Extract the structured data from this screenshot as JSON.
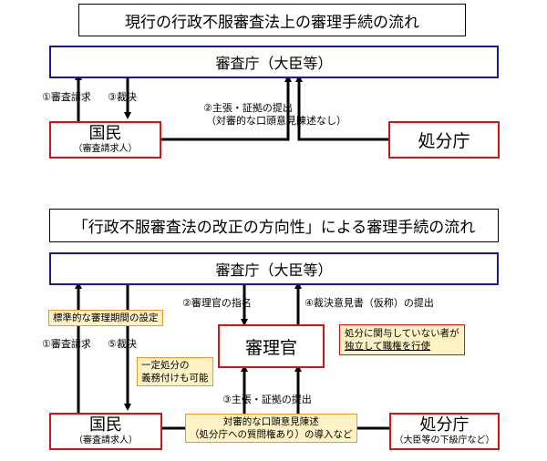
{
  "section1": {
    "title": "現行の行政不服審査法上の審理手続の流れ",
    "agency": "審査庁（大臣等）",
    "citizen": {
      "name": "国民",
      "sub": "（審査請求人）"
    },
    "disposer": {
      "name": "処分庁"
    },
    "label_request": "①審査請求",
    "label_decision": "③裁決",
    "label_claim_1": "②主張・証拠の提出",
    "label_claim_2": "（対審的な口頭意見陳述なし）"
  },
  "section2": {
    "title": "「行政不服審査法の改正の方向性」による審理手続の流れ",
    "agency": "審査庁（大臣等）",
    "examiner": "審理官",
    "citizen": {
      "name": "国民",
      "sub": "（審査請求人）"
    },
    "disposer": {
      "name": "処分庁",
      "sub": "（大臣等の下級庁など）"
    },
    "note_period": "標準的な審理期間の設定",
    "label_request": "①審査請求",
    "label_decision": "⑤裁決",
    "note_obligation_1": "一定処分の",
    "note_obligation_2": "義務付けも可能",
    "label_appoint": "②審理官の指名",
    "label_opinion": "④裁決意見書（仮称）の提出",
    "note_independent_1": "処分に関与していない者が",
    "note_independent_2": "独立して職権を行使",
    "label_claim": "③主張・証拠の提出",
    "note_oral_1": "対審的な口頭意見陳述",
    "note_oral_2": "（処分庁への質問権あり）の導入など"
  }
}
